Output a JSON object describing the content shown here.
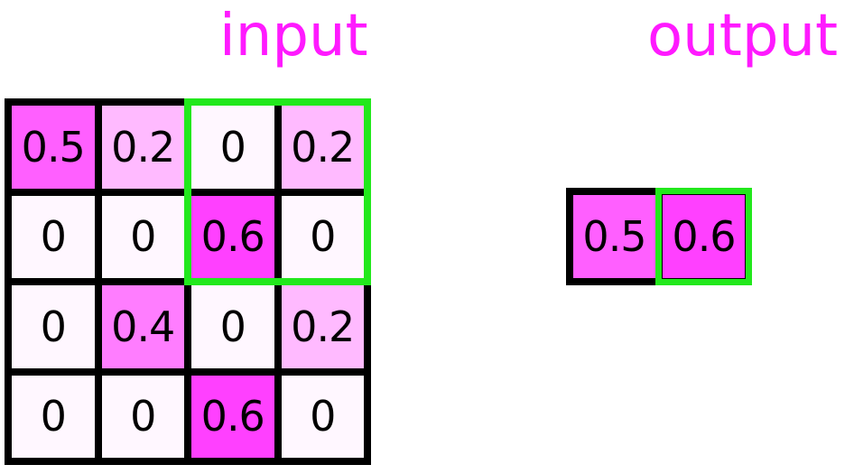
{
  "colors": {
    "title": "#ff1aff",
    "grid_border": "#000000",
    "highlight": "#22e81c",
    "cell_low": "#fff7ff",
    "cell_high": "#ff40ff"
  },
  "input": {
    "title": "input",
    "cells": [
      [
        "0.5",
        "0.2",
        "0",
        "0.2"
      ],
      [
        "0",
        "0",
        "0.6",
        "0"
      ],
      [
        "0",
        "0.4",
        "0",
        "0.2"
      ],
      [
        "0",
        "0",
        "0.6",
        "0"
      ]
    ]
  },
  "output": {
    "title": "output",
    "cells": [
      [
        "0.5",
        "0.6"
      ]
    ]
  },
  "highlight": {
    "input_window_rows": [
      0,
      1
    ],
    "input_window_cols": [
      2,
      3
    ],
    "output_cell": [
      0,
      1
    ]
  }
}
